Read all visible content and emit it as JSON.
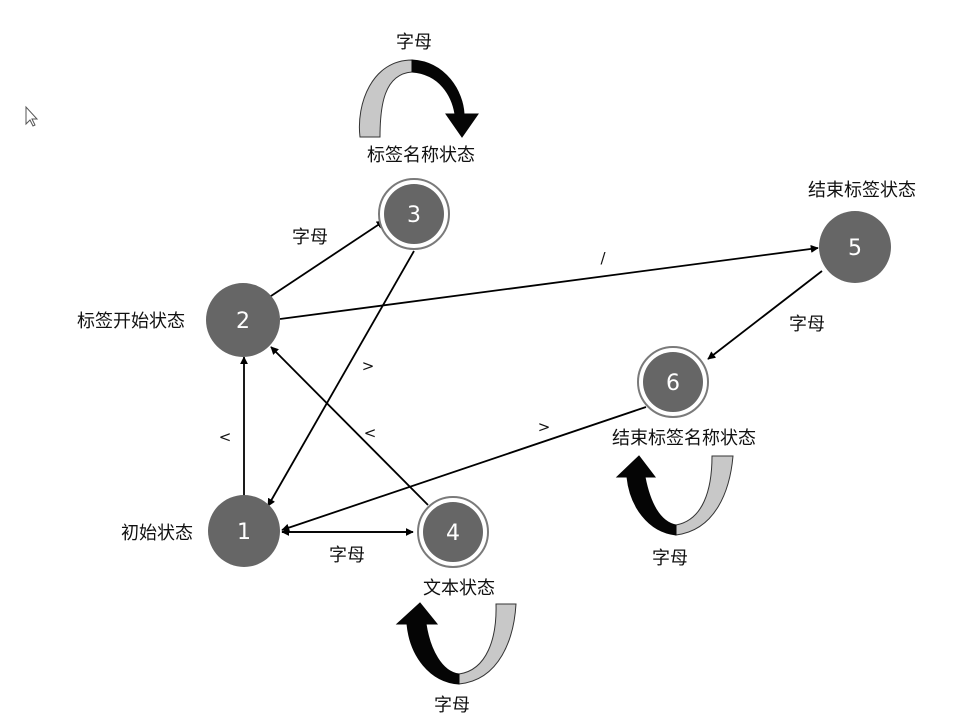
{
  "colors": {
    "node_fill": "#666666",
    "node_ring": "#7a7a7a",
    "loop_light": "#c8c8c8",
    "loop_dark": "#050505",
    "edge": "#000000"
  },
  "states": [
    {
      "id": "1",
      "label": "初始状态",
      "accepting": false
    },
    {
      "id": "2",
      "label": "标签开始状态",
      "accepting": false
    },
    {
      "id": "3",
      "label": "标签名称状态",
      "accepting": true
    },
    {
      "id": "4",
      "label": "文本状态",
      "accepting": true
    },
    {
      "id": "5",
      "label": "结束标签状态",
      "accepting": false
    },
    {
      "id": "6",
      "label": "结束标签名称状态",
      "accepting": true
    }
  ],
  "transitions": [
    {
      "from": "1",
      "to": "2",
      "label": "<"
    },
    {
      "from": "2",
      "to": "3",
      "label": "字母"
    },
    {
      "from": "3",
      "to": "1",
      "label": ">"
    },
    {
      "from": "1",
      "to": "4",
      "label": "字母"
    },
    {
      "from": "4",
      "to": "2",
      "label": "<"
    },
    {
      "from": "2",
      "to": "5",
      "label": "/"
    },
    {
      "from": "5",
      "to": "6",
      "label": "字母"
    },
    {
      "from": "6",
      "to": "1",
      "label": ">"
    }
  ],
  "self_loops": [
    {
      "state": "3",
      "label": "字母"
    },
    {
      "state": "4",
      "label": "字母"
    },
    {
      "state": "6",
      "label": "字母"
    }
  ],
  "cursor_icon": "mouse-pointer-icon"
}
